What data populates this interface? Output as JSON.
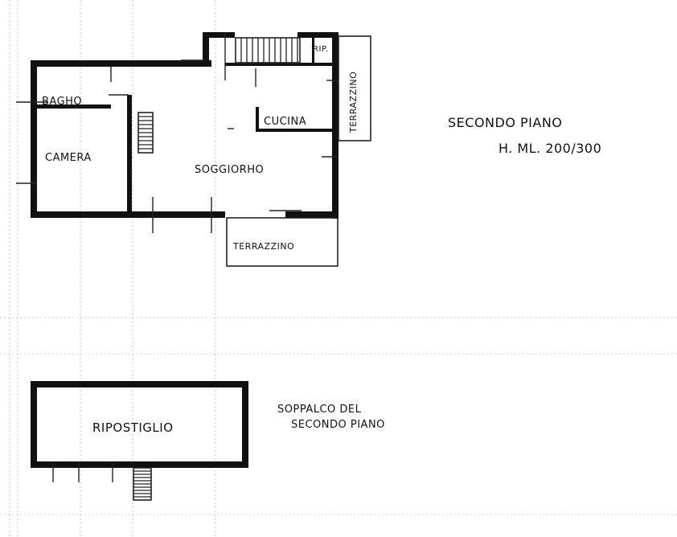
{
  "plan_second_floor": {
    "rooms": {
      "bagno": "BAGHO",
      "camera": "CAMERA",
      "cucina": "CUCINA",
      "soggiorno": "SOGGIORHO",
      "rip": "RIP.",
      "terrazzino_right": "TERRAZZINO",
      "terrazzino_bottom": "TERRAZZINO"
    }
  },
  "plan_mezzanine": {
    "rooms": {
      "ripostiglio": "RIPOSTIGLIO"
    }
  },
  "caption_second_floor": {
    "line1": "SECONDO PIANO",
    "line2": "H. ML. 200/300"
  },
  "caption_mezzanine": {
    "line1": "SOPPALCO DEL",
    "line2": "SECONDO PIANO"
  }
}
